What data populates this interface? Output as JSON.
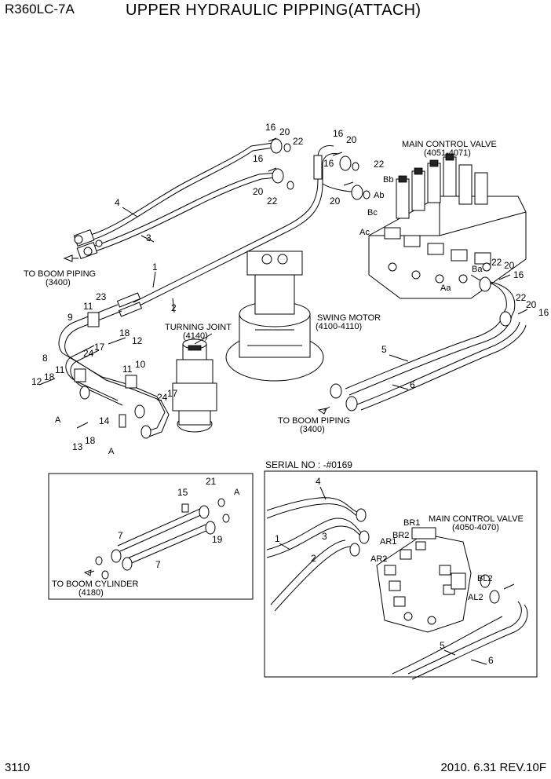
{
  "header": {
    "model": "R360LC-7A",
    "title": "UPPER HYDRAULIC PIPPING(ATTACH)"
  },
  "footer": {
    "sheet": "3110",
    "revision": "2010. 6.31  REV.10F"
  },
  "labels": {
    "main_control_valve": "MAIN CONTROL VALVE",
    "main_control_valve_ref": "(4051-4071)",
    "swing_motor": "SWING MOTOR",
    "swing_motor_ref": "(4100-4110)",
    "turning_joint": "TURNING JOINT",
    "turning_joint_ref": "(4140)",
    "to_boom_piping_left": "TO BOOM PIPING",
    "to_boom_piping_left_ref": "(3400)",
    "to_boom_piping_bottom": "TO BOOM PIPING",
    "to_boom_piping_bottom_ref": "(3400)",
    "to_boom_cylinder": "TO BOOM CYLINDER",
    "to_boom_cylinder_ref": "(4180)",
    "serial_no": "SERIAL NO :  -#0169",
    "main_control_valve_2": "MAIN CONTROL VALVE",
    "main_control_valve_2_ref": "(4050-4070)"
  },
  "port_labels": {
    "Bb": "Bb",
    "Ab": "Ab",
    "Bc": "Bc",
    "Ac": "Ac",
    "Ba": "Ba",
    "Aa": "Aa",
    "BR1": "BR1",
    "BR2": "BR2",
    "AR1": "AR1",
    "AR2": "AR2",
    "BL2": "BL2",
    "AL2": "AL2",
    "A": "A"
  },
  "part_numbers": {
    "p1": "1",
    "p2": "2",
    "p3": "3",
    "p4": "4",
    "p5": "5",
    "p6": "6",
    "p7": "7",
    "p8": "8",
    "p9": "9",
    "p10": "10",
    "p11": "11",
    "p12": "12",
    "p13": "13",
    "p14": "14",
    "p15": "15",
    "p16": "16",
    "p17": "17",
    "p18": "18",
    "p19": "19",
    "p20": "20",
    "p21": "21",
    "p22": "22",
    "p23": "23",
    "p24": "24"
  }
}
